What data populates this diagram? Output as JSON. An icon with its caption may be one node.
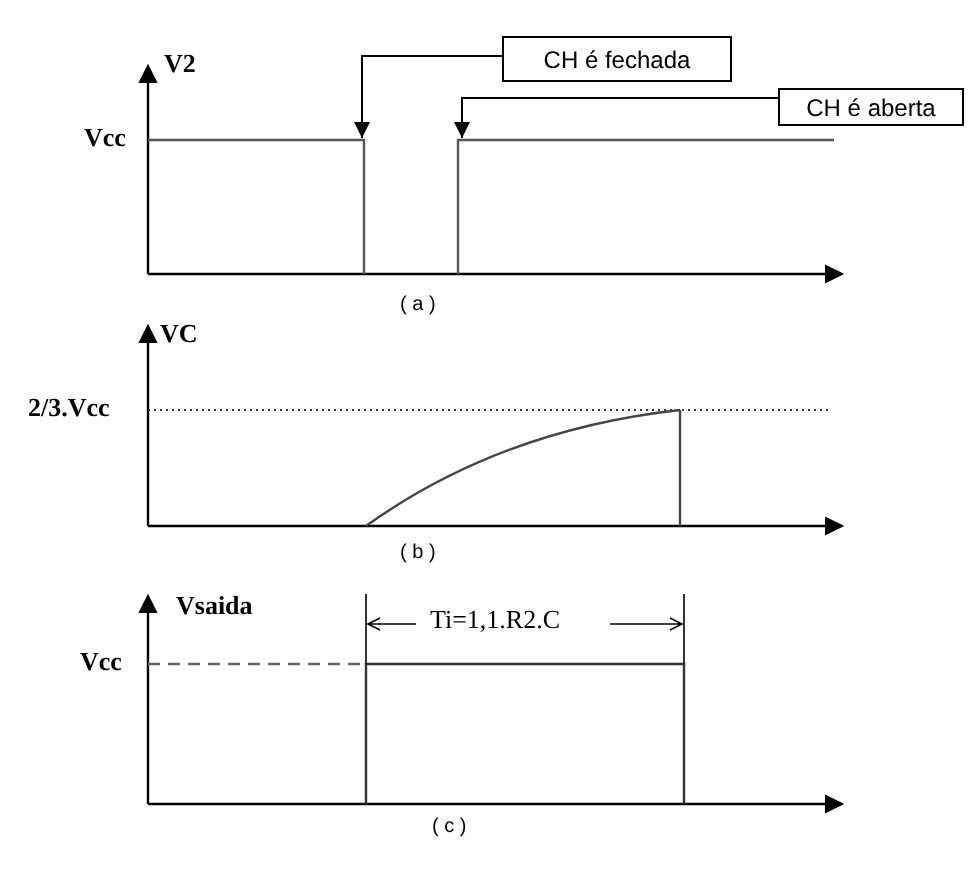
{
  "diagram": {
    "nodes": [
      {
        "text": [
          "CH é fechada"
        ]
      },
      {
        "text": [
          "CH é aberta"
        ]
      },
      {
        "text": [],
        "shape": "line"
      },
      {
        "text": [],
        "shape": "line"
      }
    ],
    "edges": [
      {
        "from": 0,
        "to": 2,
        "arrow": "to"
      },
      {
        "from": 1,
        "to": 3,
        "arrow": "to"
      }
    ],
    "labels": [
      "V2",
      "Vcc",
      "( a )",
      "VC",
      "2/3.Vcc",
      "( b )",
      "Vsaida",
      "Vcc",
      "Ti=1,1.R2.C",
      "( c )"
    ]
  }
}
